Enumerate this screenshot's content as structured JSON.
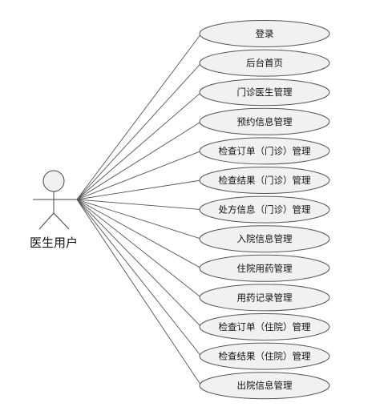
{
  "actor": {
    "label": "医生用户"
  },
  "use_cases": [
    {
      "label": "登录"
    },
    {
      "label": "后台首页"
    },
    {
      "label": "门诊医生管理"
    },
    {
      "label": "预约信息管理"
    },
    {
      "label": "检查订单（门诊）管理"
    },
    {
      "label": "检查结果（门诊）管理"
    },
    {
      "label": "处方信息（门诊）管理"
    },
    {
      "label": "入院信息管理"
    },
    {
      "label": "住院用药管理"
    },
    {
      "label": "用药记录管理"
    },
    {
      "label": "检查订单（住院）管理"
    },
    {
      "label": "检查结果（住院）管理"
    },
    {
      "label": "出院信息管理"
    }
  ]
}
